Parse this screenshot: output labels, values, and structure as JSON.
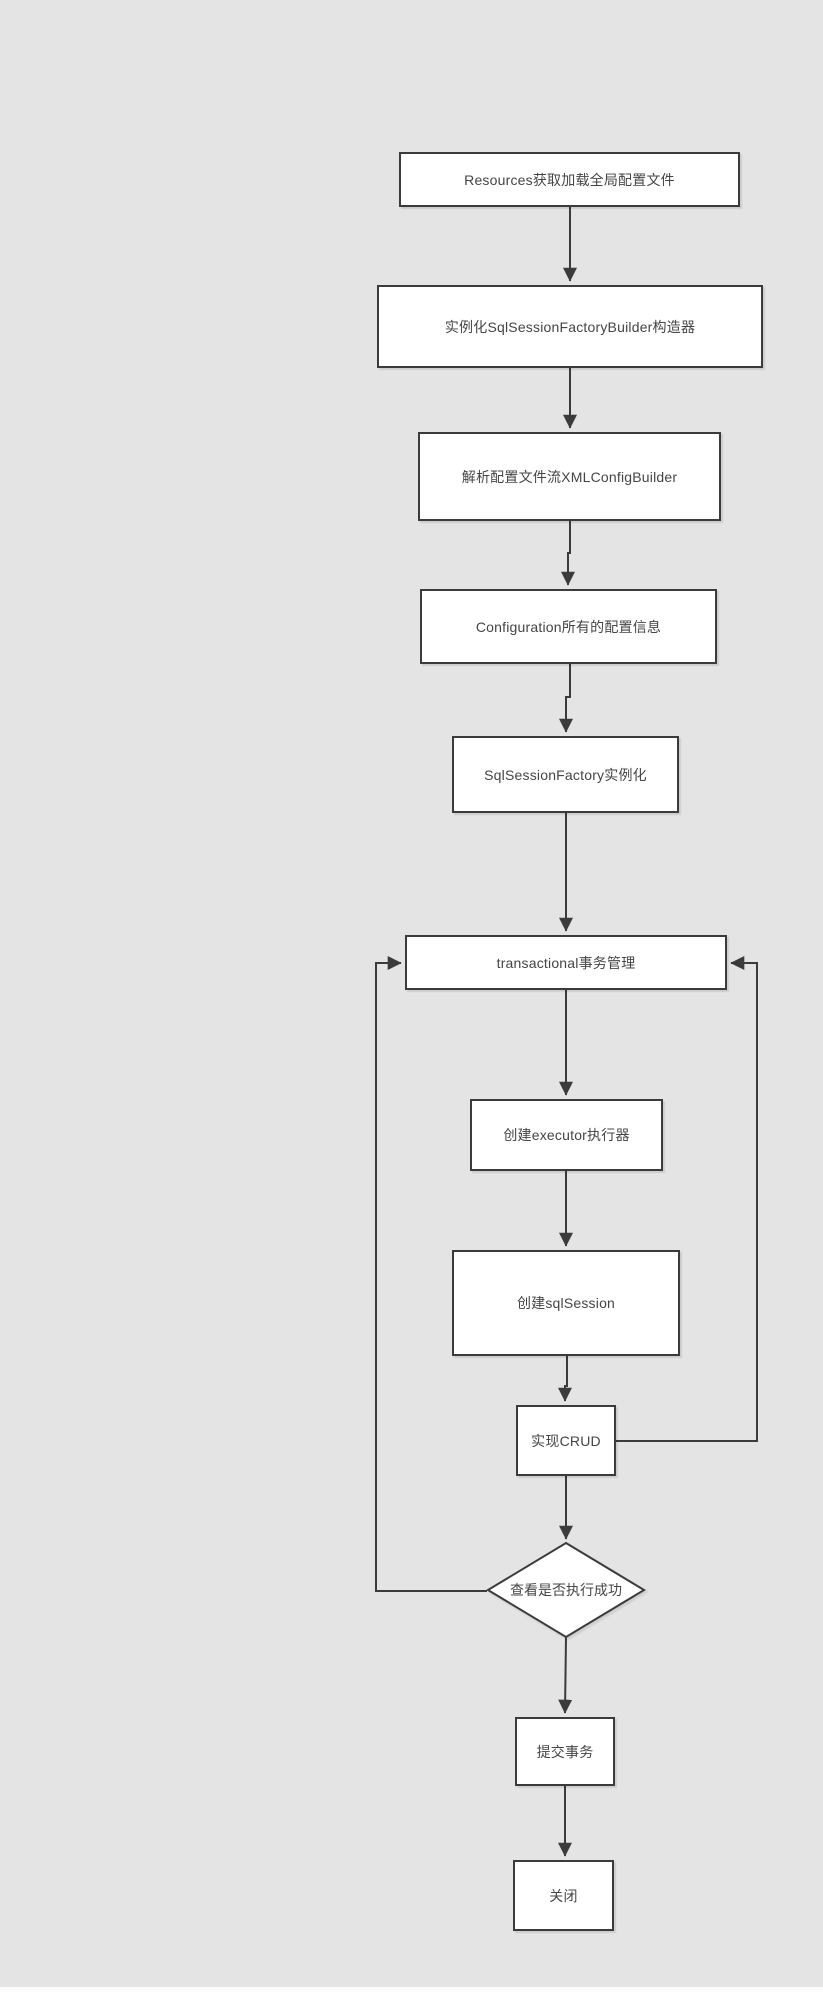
{
  "diagram": {
    "title": "MyBatis execution flowchart",
    "colors": {
      "background": "#e4e4e4",
      "node_fill": "#ffffff",
      "node_border": "#3b3b3b",
      "connector": "#3b3b3b",
      "text": "#454545"
    },
    "nodes": [
      {
        "id": "resources",
        "shape": "rect",
        "label": "Resources获取加载全局配置文件"
      },
      {
        "id": "builder",
        "shape": "rect",
        "label": "实例化SqlSessionFactoryBuilder构造器"
      },
      {
        "id": "xmlconfig",
        "shape": "rect",
        "label": "解析配置文件流XMLConfigBuilder"
      },
      {
        "id": "configuration",
        "shape": "rect",
        "label": "Configuration所有的配置信息"
      },
      {
        "id": "factory",
        "shape": "rect",
        "label": "SqlSessionFactory实例化"
      },
      {
        "id": "transactional",
        "shape": "rect",
        "label": "transactional事务管理"
      },
      {
        "id": "executor",
        "shape": "rect",
        "label": "创建executor执行器"
      },
      {
        "id": "sqlsession",
        "shape": "rect",
        "label": "创建sqlSession"
      },
      {
        "id": "crud",
        "shape": "rect",
        "label": "实现CRUD"
      },
      {
        "id": "check",
        "shape": "diamond",
        "label": "查看是否执行成功"
      },
      {
        "id": "commit",
        "shape": "rect",
        "label": "提交事务"
      },
      {
        "id": "close",
        "shape": "rect",
        "label": "关闭"
      }
    ],
    "edges": [
      {
        "from": "resources",
        "to": "builder"
      },
      {
        "from": "builder",
        "to": "xmlconfig"
      },
      {
        "from": "xmlconfig",
        "to": "configuration"
      },
      {
        "from": "configuration",
        "to": "factory"
      },
      {
        "from": "factory",
        "to": "transactional"
      },
      {
        "from": "transactional",
        "to": "executor"
      },
      {
        "from": "executor",
        "to": "sqlsession"
      },
      {
        "from": "sqlsession",
        "to": "crud"
      },
      {
        "from": "crud",
        "to": "check"
      },
      {
        "from": "check",
        "to": "commit"
      },
      {
        "from": "commit",
        "to": "close"
      },
      {
        "from": "check",
        "to": "transactional",
        "type": "loop-left"
      },
      {
        "from": "crud",
        "to": "transactional",
        "type": "loop-right"
      }
    ]
  }
}
